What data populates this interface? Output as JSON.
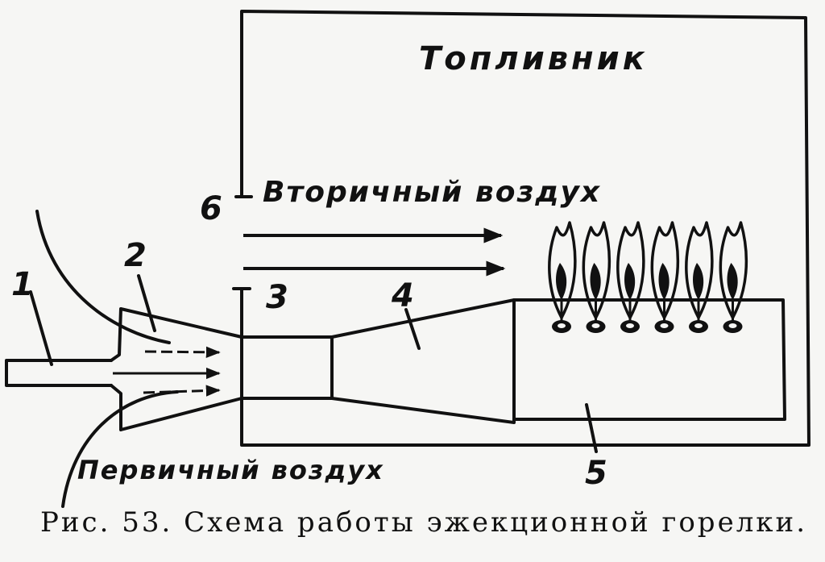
{
  "labels": {
    "furnace": "Топливник",
    "secondary_air": "Вторичный воздух",
    "primary_air": "Первичный воздух",
    "n1": "1",
    "n2": "2",
    "n3": "3",
    "n4": "4",
    "n5": "5",
    "n6": "6"
  },
  "caption": {
    "fig": "Рис. 53.",
    "text": "Схема работы эжекционной горелки."
  },
  "flames": {
    "count": 6
  },
  "colors": {
    "ink": "#111111",
    "paper": "#f6f6f4"
  }
}
